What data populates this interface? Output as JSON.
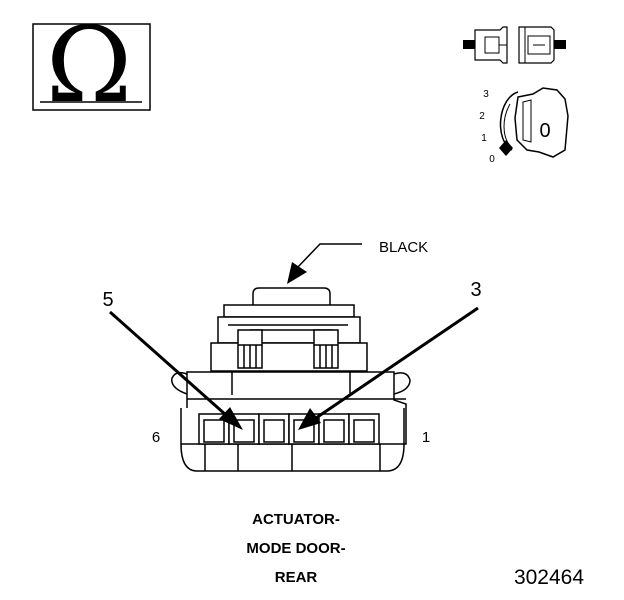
{
  "meter_symbol": "Ω",
  "ignition": {
    "key_position_label": "0",
    "positions": [
      "3",
      "2",
      "1",
      "0"
    ]
  },
  "connector": {
    "color_callout": "BLACK",
    "pin_arrows": [
      "5",
      "3"
    ],
    "end_labels": {
      "left": "6",
      "right": "1"
    }
  },
  "title": [
    "ACTUATOR-",
    "MODE DOOR-",
    "REAR"
  ],
  "figure_id": "302464"
}
